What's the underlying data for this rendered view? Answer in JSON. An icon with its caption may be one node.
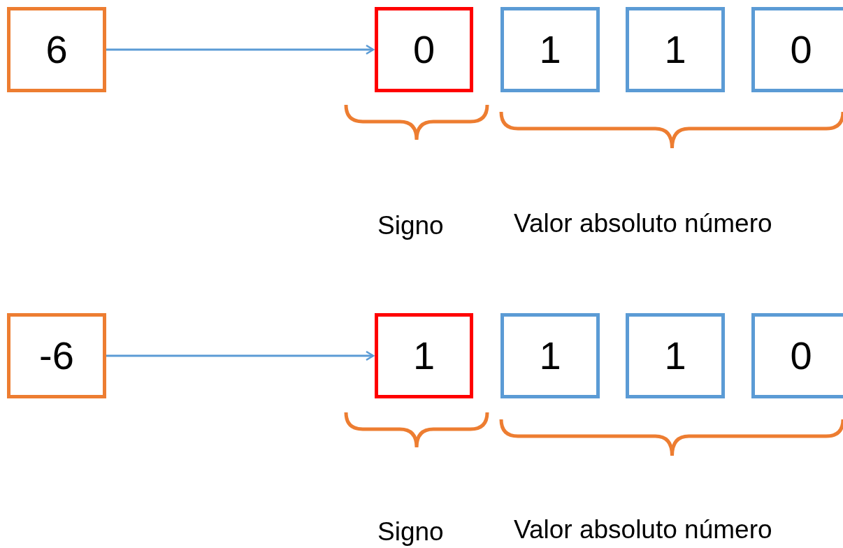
{
  "diagram": {
    "nodes": [
      {
        "text": [
          "6"
        ]
      },
      {
        "text": [
          "0"
        ]
      },
      {
        "text": [
          "1"
        ]
      },
      {
        "text": [
          "1"
        ]
      },
      {
        "text": [
          "0"
        ]
      },
      {
        "text": [
          "-6"
        ]
      },
      {
        "text": [
          "1"
        ]
      },
      {
        "text": [
          "1"
        ]
      },
      {
        "text": [
          "1"
        ]
      },
      {
        "text": [
          "0"
        ]
      }
    ],
    "edges": [
      {
        "from": 0,
        "to": 1,
        "arrow": "to"
      },
      {
        "from": 5,
        "to": 6,
        "arrow": "to"
      }
    ],
    "labels": [
      "Signo",
      "Valor absoluto número",
      "Signo",
      "Valor absoluto número"
    ]
  }
}
